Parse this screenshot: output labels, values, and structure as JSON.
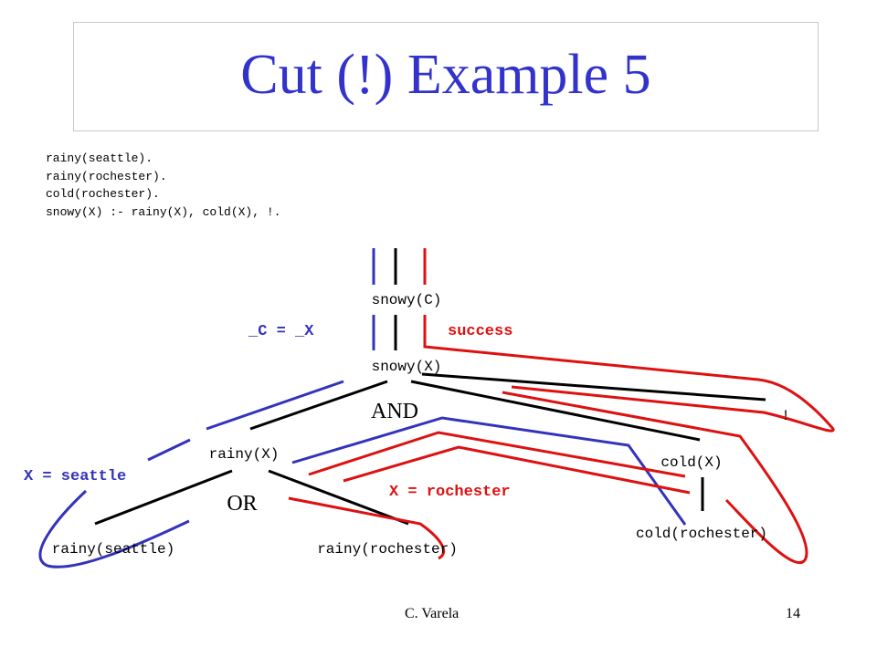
{
  "title": "Cut (!) Example 5",
  "code": [
    "rainy(seattle).",
    "rainy(rochester).",
    "cold(rochester).",
    "snowy(X) :- rainy(X), cold(X), !."
  ],
  "tree": {
    "root": "snowy(C)",
    "unify": "_C = _X",
    "success": "success",
    "snowy_x": "snowy(X)",
    "and": "AND",
    "cut": "!",
    "rainy_x": "rainy(X)",
    "cold_x": "cold(X)",
    "or": "OR",
    "x_seattle": "X = seattle",
    "x_rochester": "X = rochester",
    "rainy_seattle": "rainy(seattle)",
    "rainy_rochester": "rainy(rochester)",
    "cold_rochester": "cold(rochester)"
  },
  "colors": {
    "title": "#3333cc",
    "blue_trace": "#3333bb",
    "red_trace": "#dd1111",
    "black_edge": "#000000"
  },
  "footer": {
    "author": "C. Varela",
    "page": "14"
  }
}
